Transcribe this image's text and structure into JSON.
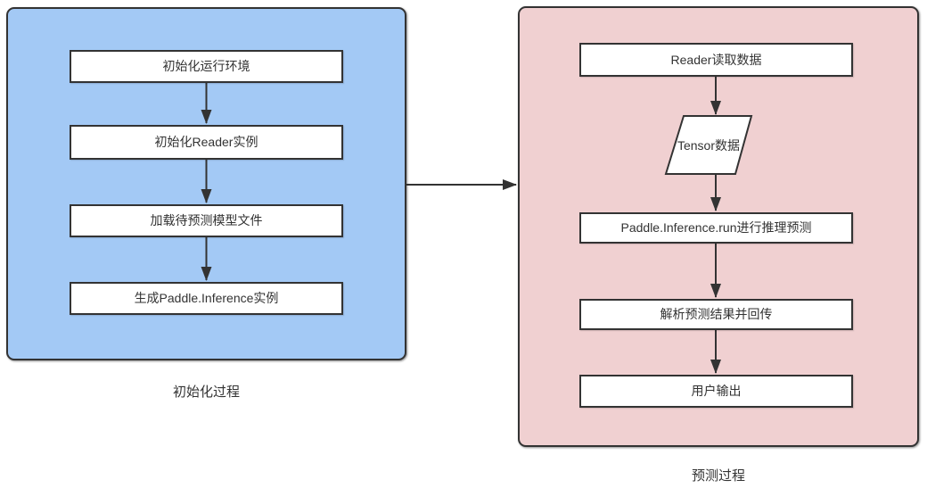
{
  "diagram": {
    "type": "flowchart",
    "stroke_color": "#333333",
    "text_color": "#333333",
    "node_fill": "#ffffff",
    "groups": [
      {
        "id": "initialization",
        "label": "初始化过程",
        "fill": "#a3c9f5",
        "nodes": [
          {
            "shape": "rect",
            "label": "初始化运行环境"
          },
          {
            "shape": "rect",
            "label": "初始化Reader实例"
          },
          {
            "shape": "rect",
            "label": "加载待预测模型文件"
          },
          {
            "shape": "rect",
            "label": "生成Paddle.Inference实例"
          }
        ]
      },
      {
        "id": "prediction",
        "label": "预测过程",
        "fill": "#f0d0d1",
        "nodes": [
          {
            "shape": "rect",
            "label": "Reader读取数据"
          },
          {
            "shape": "parallelogram",
            "label": "Tensor数据"
          },
          {
            "shape": "rect",
            "label": "Paddle.Inference.run进行推理预测"
          },
          {
            "shape": "rect",
            "label": "解析预测结果并回传"
          },
          {
            "shape": "rect",
            "label": "用户输出"
          }
        ]
      }
    ],
    "edges": [
      {
        "from": "初始化运行环境",
        "to": "初始化Reader实例"
      },
      {
        "from": "初始化Reader实例",
        "to": "加载待预测模型文件"
      },
      {
        "from": "加载待预测模型文件",
        "to": "生成Paddle.Inference实例"
      },
      {
        "from": "初始化过程",
        "to": "预测过程"
      },
      {
        "from": "Reader读取数据",
        "to": "Tensor数据"
      },
      {
        "from": "Tensor数据",
        "to": "Paddle.Inference.run进行推理预测"
      },
      {
        "from": "Paddle.Inference.run进行推理预测",
        "to": "解析预测结果并回传"
      },
      {
        "from": "解析预测结果并回传",
        "to": "用户输出"
      }
    ]
  }
}
